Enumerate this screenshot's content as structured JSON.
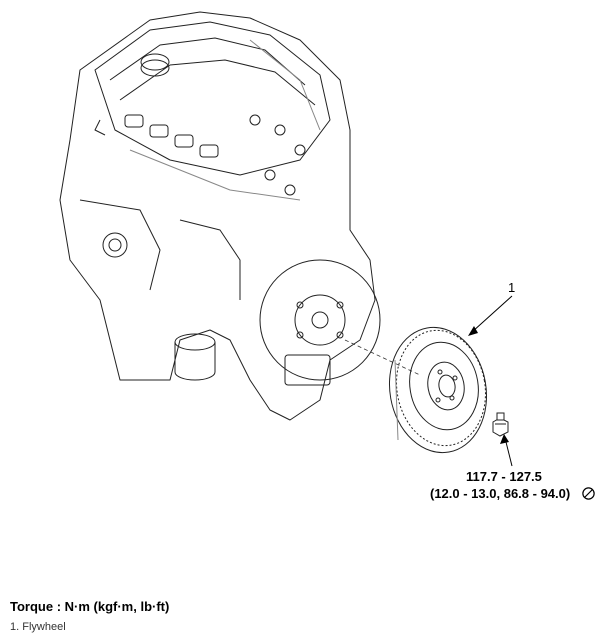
{
  "callout": {
    "number": "1"
  },
  "torque_spec": {
    "value_nm": "117.7 - 127.5",
    "value_alt": "(12.0 - 13.0, 86.8 - 94.0)"
  },
  "icons": {
    "no_reuse": "no-reuse-icon"
  },
  "legend": {
    "title": "Torque : N·m (kgf·m, lb·ft)",
    "items": [
      "1. Flywheel"
    ]
  }
}
